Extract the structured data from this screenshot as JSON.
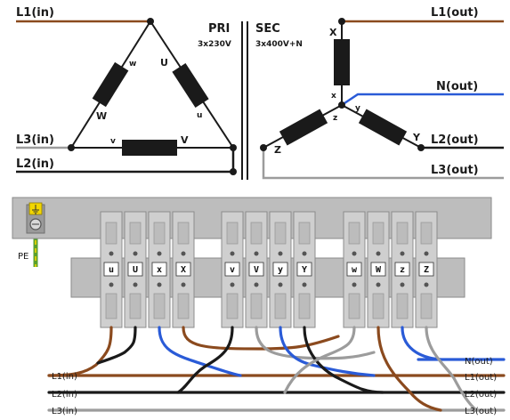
{
  "colors": {
    "brown": "#8b4a1e",
    "black": "#1a1a1a",
    "gray": "#9c9c9c",
    "blue": "#2a5bd7",
    "rail": "#bdbdbd",
    "terminal": "#cfcfcf",
    "earth_green": "#5aa02c",
    "earth_yellow": "#f2d600"
  },
  "primary": {
    "header": "PRI",
    "voltage": "3x230V",
    "lines": {
      "l1": "L1(in)",
      "l2": "L2(in)",
      "l3": "L3(in)"
    },
    "winding_ends": {
      "w_small": "w",
      "u_big": "U",
      "w_big": "W",
      "u_small": "u",
      "v_small": "v",
      "v_big": "V"
    }
  },
  "secondary": {
    "header": "SEC",
    "voltage": "3x400V+N",
    "lines": {
      "l1": "L1(out)",
      "n": "N(out)",
      "l2": "L2(out)",
      "l3": "L3(out)"
    },
    "winding_ends": {
      "x_big": "X",
      "x_small": "x",
      "y_small": "y",
      "z_small": "z",
      "z_big": "Z",
      "y_big": "Y"
    }
  },
  "terminal_block": {
    "pe_label": "PE",
    "earth_icon": "earth-ground-icon",
    "groups": [
      {
        "terminals": [
          "u",
          "U",
          "x",
          "X"
        ]
      },
      {
        "terminals": [
          "v",
          "V",
          "y",
          "Y"
        ]
      },
      {
        "terminals": [
          "w",
          "W",
          "z",
          "Z"
        ]
      }
    ]
  },
  "bottom_wires": {
    "l1_in": "L1(in)",
    "l2_in": "L2(in)",
    "l3_in": "L3(in)",
    "n_out": "N(out)",
    "l1_out": "L1(out)",
    "l2_out": "L2(out)",
    "l3_out": "L3(out)"
  }
}
